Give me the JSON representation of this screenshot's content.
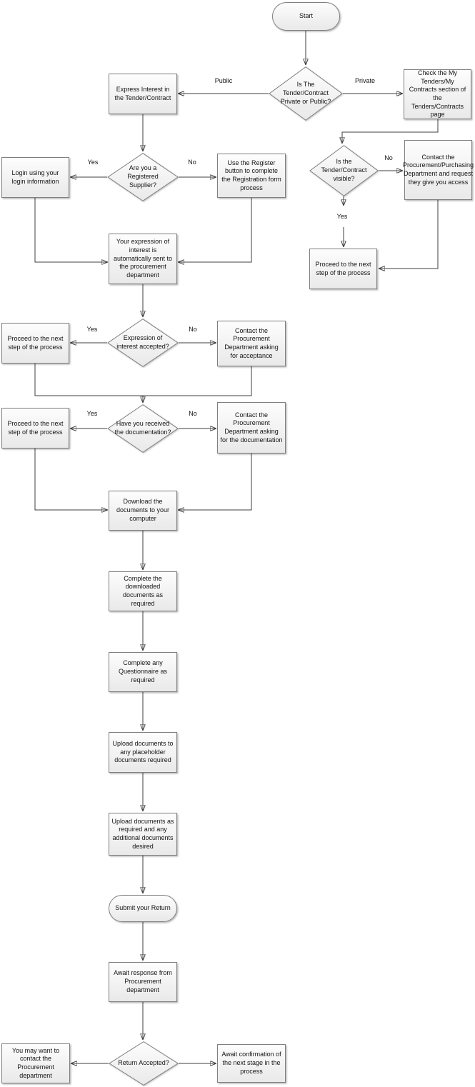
{
  "nodes": {
    "start": {
      "label": "Start",
      "type": "terminator"
    },
    "d_private_public": {
      "label": "Is The Tender/Contract Private or Public?",
      "type": "decision"
    },
    "express_interest": {
      "label": "Express Interest in the Tender/Contract",
      "type": "process"
    },
    "check_my_tenders": {
      "label": "Check the My Tenders/My Contracts section of the Tenders/Contracts page",
      "type": "process"
    },
    "d_registered": {
      "label": "Are you a Registered Supplier?",
      "type": "decision"
    },
    "login": {
      "label": "Login using your login information",
      "type": "process"
    },
    "register": {
      "label": "Use the Register button to complete the Registration form process",
      "type": "process"
    },
    "d_visible": {
      "label": "Is the Tender/Contract visible?",
      "type": "decision"
    },
    "contact_purchasing": {
      "label": "Contact the Procurement/Purchasing Department and request they give you access",
      "type": "process"
    },
    "proceed_right": {
      "label": "Proceed to the next step of the process",
      "type": "process"
    },
    "expression_sent": {
      "label": "Your expression of interest is automatically sent to the procurement department",
      "type": "process"
    },
    "d_expression": {
      "label": "Expression of interest accepted?",
      "type": "decision"
    },
    "proceed_1": {
      "label": "Proceed to the next step of the process",
      "type": "process"
    },
    "contact_acceptance": {
      "label": "Contact the Procurement Department asking for acceptance",
      "type": "process"
    },
    "d_received": {
      "label": "Have you received the documentation?",
      "type": "decision"
    },
    "proceed_2": {
      "label": "Proceed to the next step of the process",
      "type": "process"
    },
    "contact_documentation": {
      "label": "Contact the Procurement Department asking for the documentation",
      "type": "process"
    },
    "download": {
      "label": "Download the documents to your computer",
      "type": "process"
    },
    "complete_downloaded": {
      "label": "Complete the downloaded documents as required",
      "type": "process"
    },
    "complete_questionnaire": {
      "label": "Complete any Questionnaire as required",
      "type": "process"
    },
    "upload_placeholder": {
      "label": "Upload documents to any placeholder documents required",
      "type": "process"
    },
    "upload_additional": {
      "label": "Upload documents as required and any additional documents desired",
      "type": "process"
    },
    "submit_return": {
      "label": "Submit your Return",
      "type": "terminator"
    },
    "await_response": {
      "label": "Await response from Procurement department",
      "type": "process"
    },
    "d_return": {
      "label": "Return Accepted?",
      "type": "decision"
    },
    "you_may_want": {
      "label": "You may want to contact the Procurement department",
      "type": "process"
    },
    "await_confirmation": {
      "label": "Await confirmation of the next stage in the process",
      "type": "process"
    }
  },
  "edge_labels": {
    "public": "Public",
    "private": "Private",
    "yes_registered": "Yes",
    "no_registered": "No",
    "no_visible": "No",
    "yes_visible": "Yes",
    "yes_expression": "Yes",
    "no_expression": "No",
    "yes_received": "Yes",
    "no_received": "No"
  },
  "colors": {
    "line": "#3f3f3f",
    "shape_border": "#7f7f7f",
    "shape_fill_top": "#fdfdfd",
    "shape_fill_bottom": "#e9e9e9",
    "text": "#141414"
  }
}
